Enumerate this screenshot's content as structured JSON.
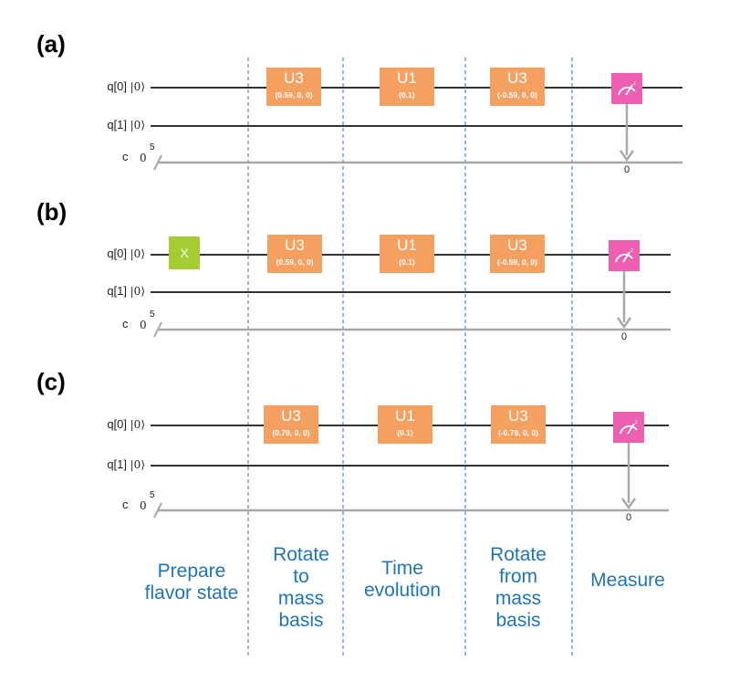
{
  "panels": [
    {
      "label": "(a)",
      "qubits": [
        "q[0]",
        "q[1]"
      ],
      "ket": "|0⟩",
      "classical": {
        "label": "c",
        "init": "0",
        "width": "5"
      },
      "x_gate": "",
      "gates": [
        {
          "name": "U3",
          "param": "(0.59, 0, 0)"
        },
        {
          "name": "U1",
          "param": "(0.1)"
        },
        {
          "name": "U3",
          "param": "(-0.59, 0, 0)"
        }
      ],
      "measure_bit": "0"
    },
    {
      "label": "(b)",
      "qubits": [
        "q[0]",
        "q[1]"
      ],
      "ket": "|0⟩",
      "classical": {
        "label": "c",
        "init": "0",
        "width": "5"
      },
      "x_gate": "X",
      "gates": [
        {
          "name": "U3",
          "param": "(0.59, 0, 0)"
        },
        {
          "name": "U1",
          "param": "(0.1)"
        },
        {
          "name": "U3",
          "param": "(-0.59, 0, 0)"
        }
      ],
      "measure_bit": "0"
    },
    {
      "label": "(c)",
      "qubits": [
        "q[0]",
        "q[1]"
      ],
      "ket": "|0⟩",
      "classical": {
        "label": "c",
        "init": "0",
        "width": "5"
      },
      "x_gate": "",
      "gates": [
        {
          "name": "U3",
          "param": "(0.79, 0, 0)"
        },
        {
          "name": "U1",
          "param": "(0.1)"
        },
        {
          "name": "U3",
          "param": "(-0.79, 0, 0)"
        }
      ],
      "measure_bit": "0"
    }
  ],
  "captions": [
    [
      "Prepare",
      "flavor state"
    ],
    [
      "Rotate",
      "to",
      "mass",
      "basis"
    ],
    [
      "Time",
      "evolution"
    ],
    [
      "Rotate",
      "from",
      "mass",
      "basis"
    ],
    [
      "Measure"
    ]
  ],
  "colors": {
    "u_gate": "#f4a060",
    "x_gate": "#a4cc33",
    "measure": "#ec5fb1",
    "caption": "#1f74b8",
    "divider": "#2f6fb0",
    "quantum_wire": "#333333",
    "classical_wire": "#a8a8a8"
  }
}
